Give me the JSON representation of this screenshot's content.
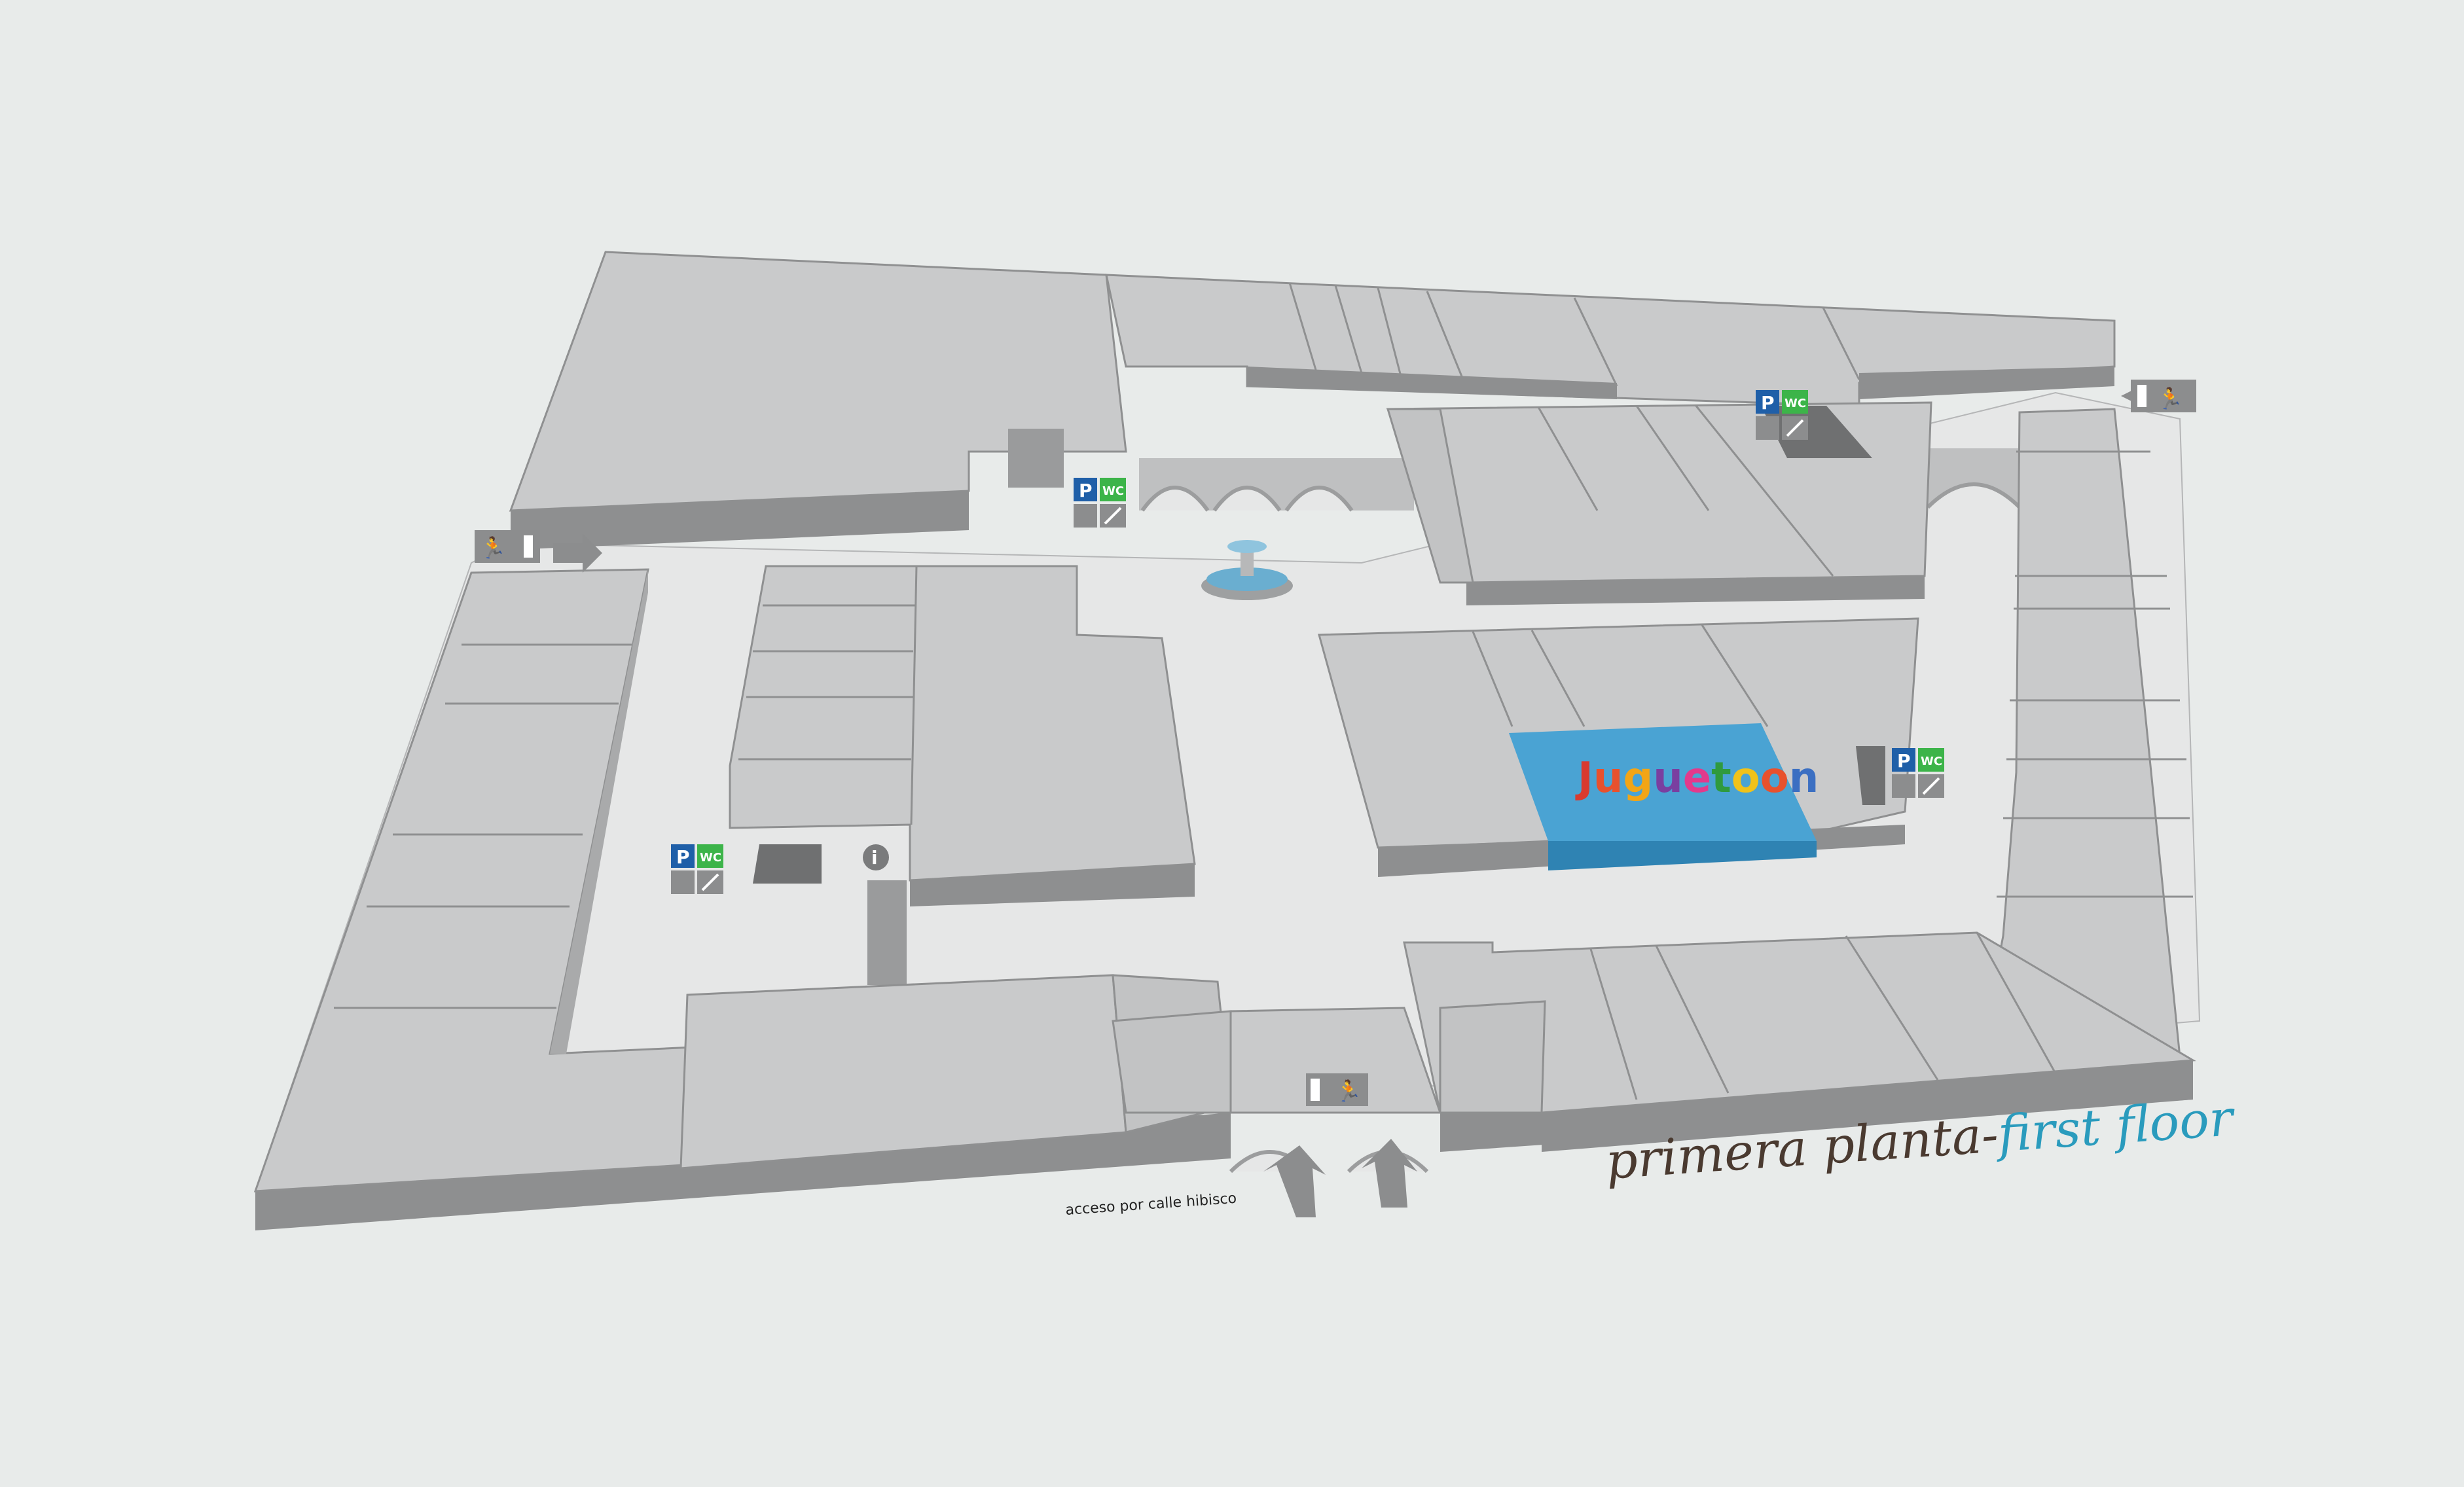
{
  "title": {
    "primary": "primera planta",
    "separator": "-",
    "secondary": "first floor"
  },
  "access_label": "acceso por calle hibisco",
  "store_brand": {
    "text": "Juguetoon",
    "letters": [
      "J",
      "u",
      "g",
      "u",
      "e",
      "t",
      "o",
      "o",
      "n"
    ],
    "letter_colors": [
      "#d93a2f",
      "#e8512d",
      "#f2a516",
      "#7a3fa0",
      "#e23a8c",
      "#2f9a3e",
      "#f0c21a",
      "#e8512d",
      "#3b6fc2"
    ]
  },
  "service_signs": [
    {
      "name": "left",
      "parking": "P",
      "wc": "WC"
    },
    {
      "name": "center-north",
      "parking": "P",
      "wc": "WC"
    },
    {
      "name": "north-east",
      "parking": "P",
      "wc": "WC"
    },
    {
      "name": "east",
      "parking": "P",
      "wc": "WC"
    }
  ],
  "info_symbol": "i",
  "colors": {
    "background": "#e8ebea",
    "building_top": "#c9cacb",
    "building_front": "#8e8f90",
    "corridor": "#e6e7e7",
    "highlight_store": "#4aa3d3",
    "parking": "#1f5fa8",
    "wc": "#3cb449",
    "title_primary": "#4a3a30",
    "title_secondary": "#2a9bbd"
  },
  "icons": [
    "emergency-exit-icon",
    "arrow-icon",
    "parking-icon",
    "wc-icon",
    "accessible-icon",
    "escalator-icon",
    "info-icon",
    "fountain-icon"
  ]
}
